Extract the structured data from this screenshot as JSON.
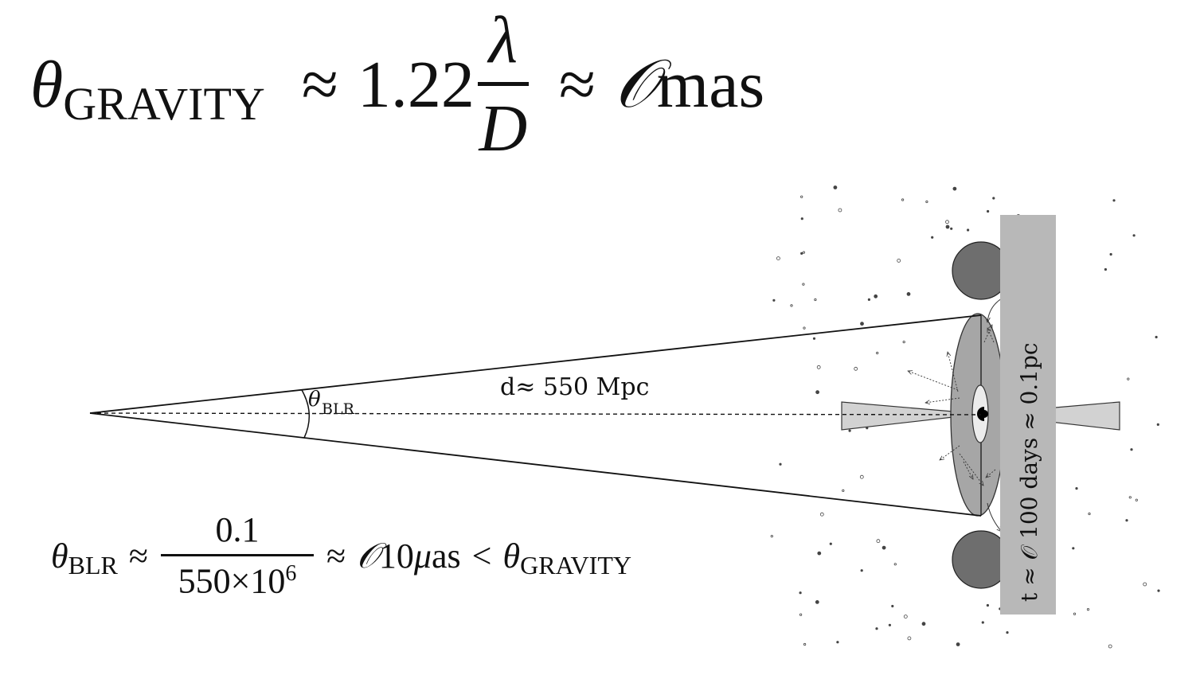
{
  "equation_top": {
    "theta": "θ",
    "subscript": "GRAVITY",
    "approx1": "≈",
    "coefficient": "1.22",
    "numerator": "λ",
    "denominator": "D",
    "approx2": "≈",
    "order": "𝒪",
    "unit": "mas"
  },
  "equation_bottom": {
    "theta": "θ",
    "subscript": "BLR",
    "approx1": "≈",
    "numerator": "0.1",
    "denominator_base": "550×10",
    "denominator_exp": "6",
    "approx2": "≈",
    "order": "𝒪",
    "value": "10",
    "mu": "μ",
    "unit": "as",
    "less_than": "<",
    "theta2": "θ",
    "subscript2": "GRAVITY"
  },
  "diagram": {
    "angle_label": "θ",
    "angle_sub": "BLR",
    "distance_label": "d≈ 550 Mpc",
    "time_label": "t ≈ 𝒪 100 days ≈ 0.1pc",
    "colors": {
      "line": "#111111",
      "disk": "#a6a6a6",
      "torus": "#6e6e6e",
      "cone": "#d2d2d2",
      "band": "#b8b8b8"
    }
  }
}
